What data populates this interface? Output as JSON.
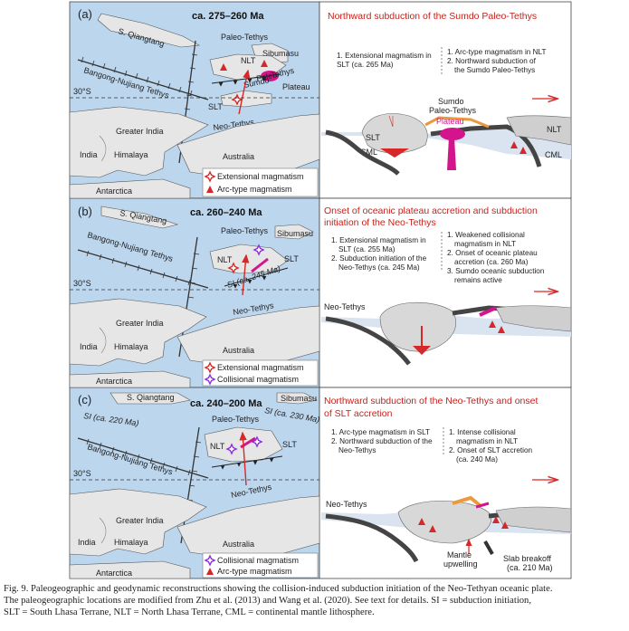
{
  "panels": [
    {
      "letter": "(a)",
      "age": "ca. 275–260 Ma",
      "map_labels": {
        "qiangtang": "S. Qiangtang",
        "paleo_tethys": "Paleo-Tethys",
        "sibumasu": "Sibumasu",
        "bangong": "Bangong-Nujiang Tethys",
        "nlt": "NLT",
        "sumdo": "Sumdo",
        "paleo": "Paleo-",
        "tethys": "Tethys",
        "plateau": "Plateau",
        "slt": "SLT",
        "lat": "30°S",
        "neo_tethys": "Neo-Tethys",
        "greater_india": "Greater India",
        "india": "India",
        "himalaya": "Himalaya",
        "australia": "Australia",
        "antarctica": "Antarctica"
      },
      "legend": [
        "Extensional magmatism",
        "Arc-type magmatism"
      ],
      "title_lines": [
        "Northward subduction of the Sumdo Paleo-Tethys"
      ],
      "notes_left": [
        "1. Extensional magmatism in",
        "SLT (ca. 265 Ma)"
      ],
      "notes_right": [
        "1. Arc-type magmatism in NLT",
        "2. Northward subduction of",
        "the Sumdo Paleo-Tethys"
      ],
      "xsec_labels": {
        "sumdo_line1": "Sumdo",
        "sumdo_line2": "Paleo-Tethys",
        "plateau": "Plateau",
        "slt": "SLT",
        "cml_left": "CML",
        "nlt": "NLT",
        "cml_right": "CML"
      }
    },
    {
      "letter": "(b)",
      "age": "ca. 260–240 Ma",
      "map_labels": {
        "qiangtang": "S. Qiangtang",
        "paleo_tethys": "Paleo-Tethys",
        "sibumasu": "Sibumasu",
        "bangong": "Bangong-Nujiang Tethys",
        "nlt": "NLT",
        "slt": "SLT",
        "si": "SI (ca. 245 Ma)",
        "lat": "30°S",
        "neo_tethys": "Neo-Tethys",
        "greater_india": "Greater India",
        "india": "India",
        "himalaya": "Himalaya",
        "australia": "Australia",
        "antarctica": "Antarctica"
      },
      "legend": [
        "Extensional magmatism",
        "Collisional magmatism"
      ],
      "title_lines": [
        "Onset of oceanic plateau accretion and subduction",
        "initiation of the Neo-Tethys"
      ],
      "notes_left": [
        "1. Extensional magmatism in",
        "SLT (ca. 255 Ma)",
        "2. Subduction initiation of the",
        "Neo-Tethys (ca. 245 Ma)"
      ],
      "notes_right": [
        "1. Weakened collisional",
        "magmatism in NLT",
        "2. Onset of oceanic plateau",
        "accretion (ca. 260 Ma)",
        "3. Sumdo oceanic subduction",
        "remains active"
      ],
      "xsec_labels": {
        "neo_tethys": "Neo-Tethys"
      }
    },
    {
      "letter": "(c)",
      "age": "ca. 240–200 Ma",
      "map_labels": {
        "qiangtang": "S. Qiangtang",
        "si_left": "SI (ca. 220 Ma)",
        "sibumasu": "Sibumasu",
        "si_right": "SI (ca. 230 Ma)",
        "paleo_tethys": "Paleo-Tethys",
        "bangong": "Bangong-Nujiang Tethys",
        "nlt": "NLT",
        "slt": "SLT",
        "lat": "30°S",
        "neo_tethys": "Neo-Tethys",
        "greater_india": "Greater India",
        "india": "India",
        "himalaya": "Himalaya",
        "australia": "Australia",
        "antarctica": "Antarctica"
      },
      "legend": [
        "Collisional magmatism",
        "Arc-type magmatism"
      ],
      "title_lines": [
        "Northward subduction of the Neo-Tethys and onset",
        "of SLT accretion"
      ],
      "notes_left": [
        "1. Arc-type magmatism in SLT",
        "2. Northward subduction of the",
        "Neo-Tethys"
      ],
      "notes_right": [
        "1. Intense collisional",
        "magmatism in NLT",
        "2. Onset of SLT accretion",
        "(ca. 240 Ma)"
      ],
      "xsec_labels": {
        "neo_tethys": "Neo-Tethys",
        "mantle_line1": "Mantle",
        "mantle_line2": "upwelling",
        "slab_line1": "Slab breakoff",
        "slab_line2": "(ca. 210 Ma)"
      }
    }
  ],
  "caption_lines": [
    "Fig. 9. Paleogeographic and geodynamic reconstructions showing the collision-induced subduction initiation of the Neo-Tethyan oceanic plate.",
    "The paleogeographic locations are modified from Zhu et al. (2013) and Wang et al. (2020). See text for details. SI = subduction initiation,",
    "SLT = South Lhasa Terrane, NLT = North Lhasa Terrane, CML = continental mantle lithosphere."
  ],
  "colors": {
    "ocean": "#bcd6ee",
    "land": "#e6e6e6",
    "plateau": "#d4148c",
    "arrow": "#d62828",
    "title": "#c8211a",
    "collisional": "#8a2be2",
    "sediment": "#e89a3c"
  }
}
